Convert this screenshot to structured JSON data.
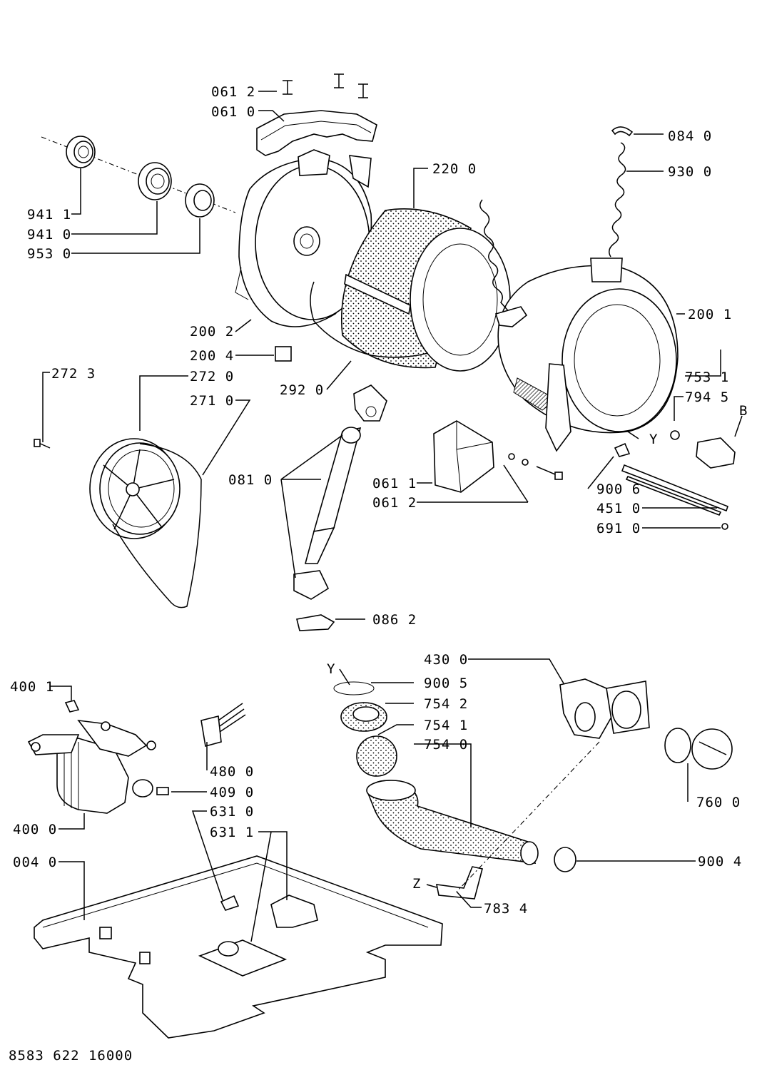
{
  "document_code": "8583 622 16000",
  "labels": {
    "l061_2_top": "061 2",
    "l061_0": "061 0",
    "l084_0": "084 0",
    "l220_0": "220 0",
    "l930_0": "930 0",
    "l941_1": "941 1",
    "l941_0": "941 0",
    "l953_0": "953 0",
    "l200_1": "200 1",
    "l200_2": "200 2",
    "l200_4": "200 4",
    "l292_0": "292 0",
    "l272_3": "272 3",
    "l272_0": "272 0",
    "l271_0": "271 0",
    "l753_1": "753 1",
    "l794_5": "794 5",
    "lB": "B",
    "lY1": "Y",
    "l081_0": "081 0",
    "l061_1": "061 1",
    "l061_2_mid": "061 2",
    "l900_6": "900 6",
    "l451_0": "451 0",
    "l691_0": "691 0",
    "l086_2": "086 2",
    "l430_0": "430 0",
    "lY2": "Y",
    "l900_5": "900 5",
    "l754_2": "754 2",
    "l754_1": "754 1",
    "l754_0": "754 0",
    "l400_1": "400 1",
    "l480_0": "480 0",
    "l409_0": "409 0",
    "l631_0": "631 0",
    "l631_1": "631 1",
    "l400_0": "400 0",
    "l760_0": "760 0",
    "l004_0": "004 0",
    "l900_4": "900 4",
    "lZ": "Z",
    "l783_4": "783 4"
  }
}
